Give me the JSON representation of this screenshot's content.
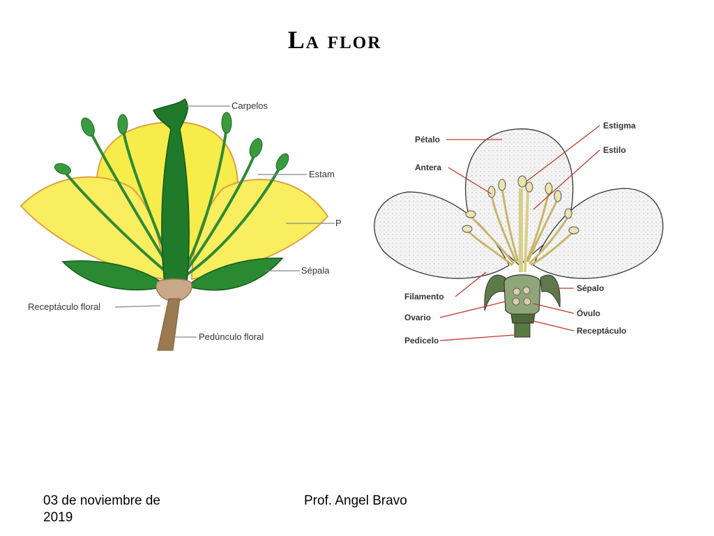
{
  "slide": {
    "title": "La flor",
    "footer_date": "03 de noviembre de 2019",
    "footer_author": "Prof. Angel Bravo"
  },
  "diagram_left": {
    "labels": {
      "carpelos": "Carpelos",
      "estambres": "Estam",
      "petalos": "P",
      "sepala": "Sépala",
      "receptaculo": "Receptáculo floral",
      "pedunculo": "Pedúnculo floral"
    }
  },
  "diagram_right": {
    "labels": {
      "petalo": "Pétalo",
      "antera": "Antera",
      "estigma": "Estigma",
      "estilo": "Estilo",
      "filamento": "Filamento",
      "ovario": "Ovario",
      "pedicelo": "Pedicelo",
      "sepalo": "Sépalo",
      "ovulo": "Óvulo",
      "receptaculo": "Receptáculo"
    }
  },
  "colors": {
    "petal_yellow": "#f6ec4a",
    "petal_edge": "#e0a040",
    "leaf_green": "#1f7a2a",
    "stem_brown": "#9b7a52",
    "label_line": "#c0392b"
  }
}
